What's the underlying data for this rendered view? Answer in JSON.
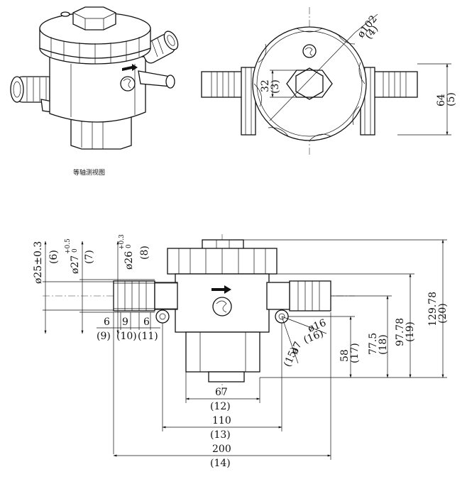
{
  "iso_caption": "等轴测视图",
  "side_view": {
    "dims": {
      "dia_hex": "ø102",
      "dia_hex_ref": "(4)",
      "hex": "32",
      "hex_ref": "(3)",
      "h64": "64",
      "h64_ref": "(5)"
    }
  },
  "front_view": {
    "dims": {
      "d25": "ø25±0.3",
      "d25_ref": "(6)",
      "d27": "ø27",
      "d27_tol_up": "+0.5",
      "d27_tol_low": "0",
      "d27_ref": "(7)",
      "d26": "ø26",
      "d26_tol_up": "+0.3",
      "d26_tol_low": "0",
      "d26_ref": "(8)",
      "w6a": "6",
      "w6a_ref": "(9)",
      "w9": "9",
      "w9_ref": "(10)",
      "w6b": "6",
      "w6b_ref": "(11)",
      "d16": "ø16",
      "d16_ref": "(16)",
      "d7": "ø7",
      "d7_ref": "(15)",
      "h58": "58",
      "h58_ref": "(17)",
      "h775": "77.5",
      "h775_ref": "(18)",
      "h9778": "97.78",
      "h9778_ref": "(19)",
      "h12978": "129.78",
      "h12978_ref": "(20)",
      "w67": "67",
      "w67_ref": "(12)",
      "w110": "110",
      "w110_ref": "(13)",
      "w200": "200",
      "w200_ref": "(14)"
    }
  }
}
